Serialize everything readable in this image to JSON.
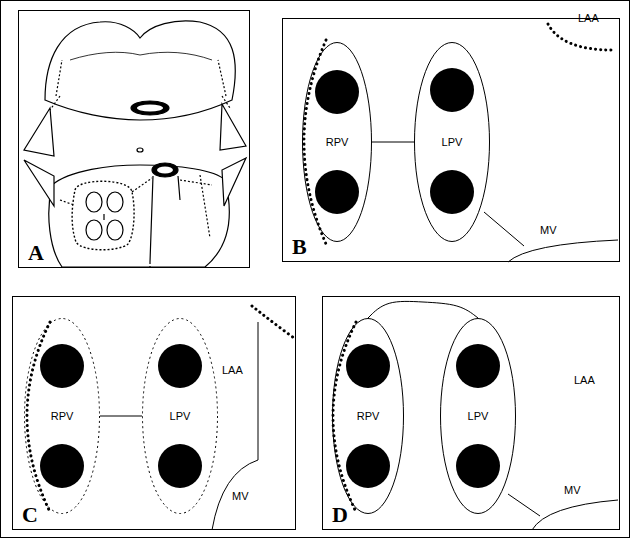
{
  "diagram": {
    "nodes": [
      {
        "text": [
          "A"
        ]
      },
      {
        "text": [
          "B"
        ]
      },
      {
        "text": [
          "RPV"
        ],
        "in": 1
      },
      {
        "text": [
          "LPV"
        ],
        "in": 1
      },
      {
        "text": [
          "C"
        ]
      },
      {
        "text": [
          "RPV"
        ],
        "in": 4
      },
      {
        "text": [
          "LPV"
        ],
        "in": 4
      },
      {
        "text": [
          "D"
        ]
      },
      {
        "text": [
          "RPV"
        ],
        "in": 7
      },
      {
        "text": [
          "LPV"
        ],
        "in": 7
      }
    ],
    "edges": [
      {
        "from": 2,
        "to": 3,
        "arrow": "none"
      },
      {
        "from": 5,
        "to": 6,
        "arrow": "none"
      },
      {
        "from": 8,
        "to": 9,
        "arrow": "none"
      }
    ],
    "labels": [
      "LAA",
      "MV",
      "LAA",
      "MV",
      "LAA",
      "MV"
    ]
  }
}
